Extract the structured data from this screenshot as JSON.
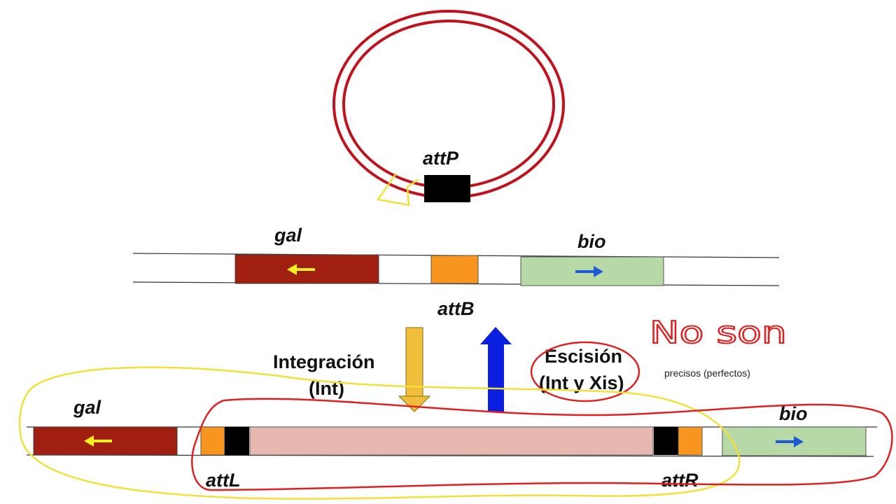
{
  "labels": {
    "attP": "attP",
    "gal_top": "gal",
    "bio_top": "bio",
    "attB": "attB",
    "integration": "Integración",
    "integration_sub": "(Int)",
    "excision": "Escisión",
    "excision_sub": "(Int y Xis)",
    "gal_bottom": "gal",
    "bio_bottom": "bio",
    "attL": "attL",
    "attR": "attR",
    "handwritten_note": "No son",
    "note_small": "precisos (perfectos)"
  },
  "colors": {
    "plasmid_ring": "#c0121c",
    "gal_gene": "#a11f10",
    "bio_gene": "#b7d9a8",
    "att_site": "#f7951f",
    "core_black": "#000000",
    "prophage": "#e6b8b0",
    "integration_arrow": "#f0be3c",
    "excision_arrow": "#0b1fe0",
    "yellow_annotation": "#f2e03a",
    "red_annotation": "#e02020",
    "gal_arrow": "#f6ee1e",
    "bio_arrow": "#1f59d6"
  }
}
